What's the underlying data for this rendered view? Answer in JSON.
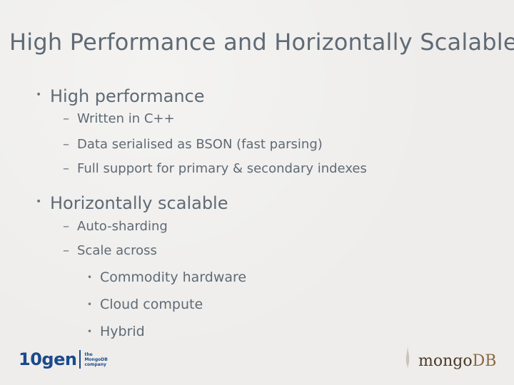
{
  "slide": {
    "title": "High Performance and Horizontally Scalable",
    "sections": [
      {
        "heading": "High performance",
        "items": [
          "Written in C++",
          "Data serialised as BSON (fast parsing)",
          "Full support for primary & secondary indexes"
        ]
      },
      {
        "heading": "Horizontally scalable",
        "items": [
          "Auto-sharding",
          "Scale across"
        ],
        "subitems": [
          "Commodity hardware",
          "Cloud compute",
          "Hybrid"
        ]
      }
    ],
    "bullet_glyph": "•",
    "dash_glyph": "–"
  },
  "footer": {
    "left_logo_mark": "10gen",
    "left_logo_tag_line1": "the",
    "left_logo_tag_line2": "MongoDB",
    "left_logo_tag_line3": "company",
    "right_logo_word_1": "mongo",
    "right_logo_word_2": "DB"
  },
  "colors": {
    "background": "#eeedeb",
    "text": "#5f6a75",
    "brand_10gen": "#1a4a8c",
    "brand_mongo_dark": "#4b3a2a",
    "brand_mongo_accent": "#8a6a43"
  }
}
